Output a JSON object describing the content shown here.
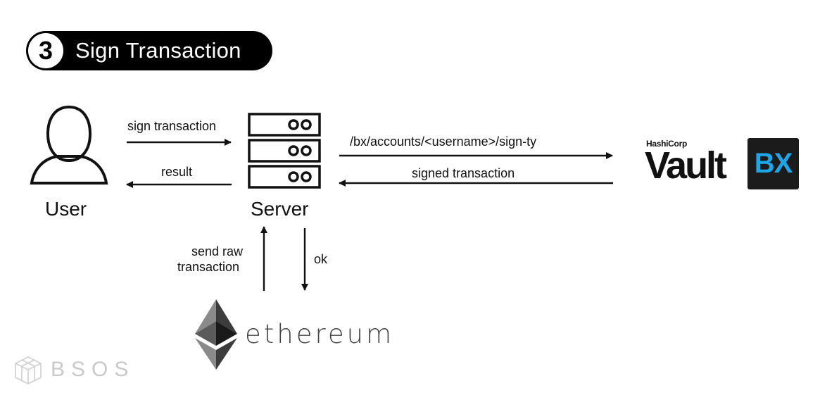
{
  "title": {
    "step": "3",
    "text": "Sign Transaction"
  },
  "nodes": {
    "user": "User",
    "server": "Server"
  },
  "edges": {
    "sign_transaction": "sign transaction",
    "result": "result",
    "vault_request": "/bx/accounts/<username>/sign-ty",
    "signed_transaction": "signed transaction",
    "send_raw_line1": "send raw",
    "send_raw_line2": "transaction",
    "ok": "ok"
  },
  "logos": {
    "hashicorp": "HashiCorp",
    "vault": "Vault",
    "bx": "BX",
    "ethereum": "ethereum",
    "bsos": "BSOS"
  },
  "colors": {
    "ink": "#111111",
    "bx_bg": "#1b1b1b",
    "bx_text": "#1da7e8",
    "watermark": "#c9c9c9"
  }
}
